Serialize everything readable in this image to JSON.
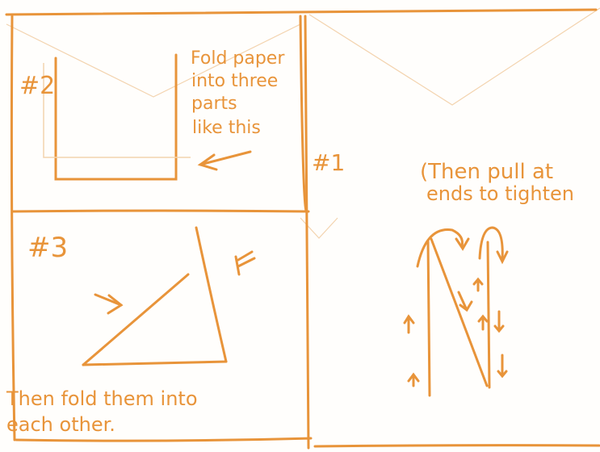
{
  "panels": {
    "panel2": {
      "number": "#2",
      "caption": [
        "Fold paper",
        "into three",
        "parts",
        "like this"
      ]
    },
    "panel3": {
      "number": "#3",
      "caption": [
        "Then fold them into",
        "each other."
      ]
    },
    "panel1": {
      "number": "#1",
      "caption": [
        "(Then pull at",
        "ends to tighten"
      ]
    }
  },
  "colors": {
    "ink": "#e8943a",
    "faint": "#f3d3ae",
    "paper": "#fffefc"
  }
}
